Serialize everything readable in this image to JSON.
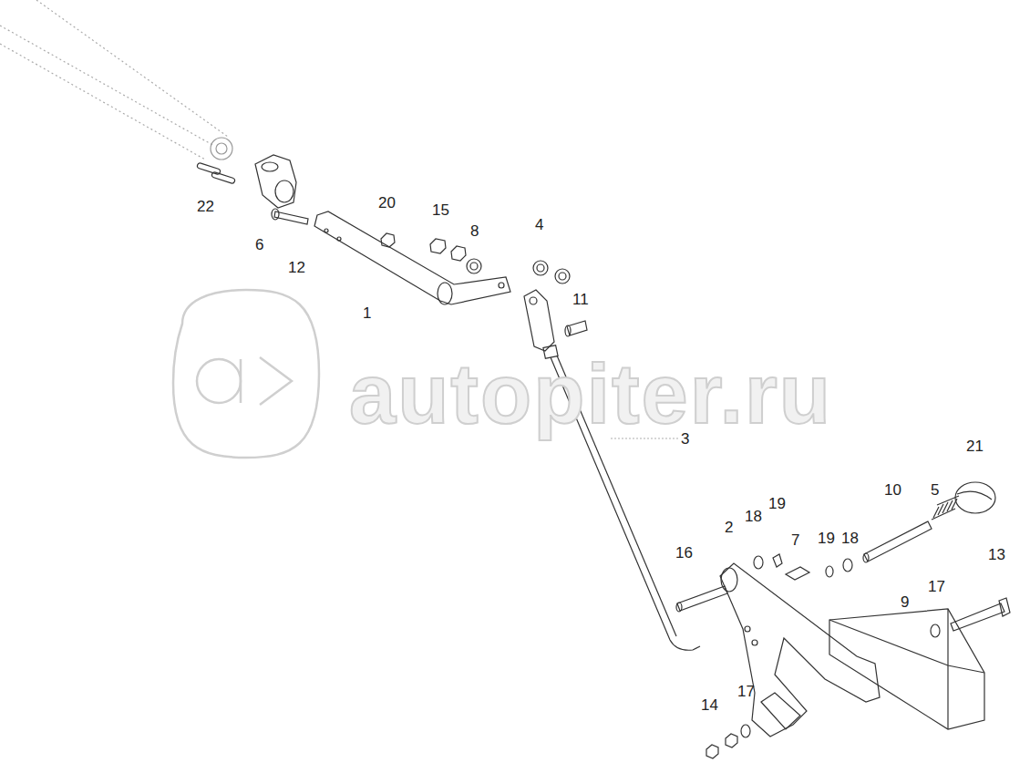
{
  "diagram": {
    "labels": [
      "22",
      "6",
      "12",
      "20",
      "15",
      "8",
      "4",
      "11",
      "1",
      "3",
      "21",
      "5",
      "10",
      "19",
      "18",
      "7",
      "2",
      "16",
      "19",
      "18",
      "13",
      "17",
      "9",
      "17",
      "14",
      "autopiter.ru"
    ]
  }
}
